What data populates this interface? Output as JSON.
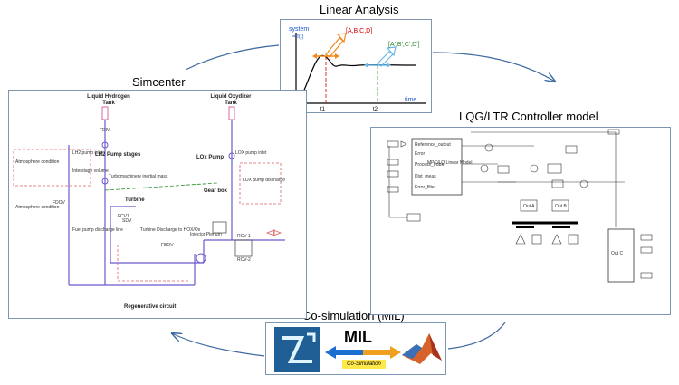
{
  "titles": {
    "linear_analysis": "Linear Analysis",
    "simcenter": "Simcenter",
    "controller": "LQG/LTR Controller model",
    "cosim": "Co-simulation  (MiL)"
  },
  "linear": {
    "y_label": "system",
    "y_expr": "= f(t)",
    "x_label": "time",
    "matrices1": "[A,B,C,D]",
    "matrices2": "[A',B',C',D']",
    "t1": "t1",
    "t2": "t2"
  },
  "simcenter": {
    "lh2_tank": "Liquid Hydrogen\nTank",
    "lox_tank": "Liquid Oxydizer\nTank",
    "lh2_pump_stages": "LH2 Pump stages",
    "lox_pump": "LOx Pump",
    "gear_box": "Gear box",
    "turbine": "Turbine",
    "regenerative_circuit": "Regenerative circuit",
    "small_labels": [
      "FDIV",
      "FDOV",
      "Atmosphere condition",
      "LH2 pump inlet",
      "Interstage volume",
      "Turbomachinery inertial mass",
      "LOX pump inlet",
      "LOX pump discharge",
      "Atmosphere condition",
      "FCV1",
      "SDV",
      "Turbine Discharge to HOX/Ox",
      "FBOV",
      "Injector Plenum",
      "RCV-1",
      "RCV-2",
      "Fuel pump discharge line"
    ]
  },
  "controller": {
    "block_labels": [
      "Reference_output",
      "Error",
      "Process_Fdbk",
      "Dist_meas",
      "Error_filter",
      "MPC/LQ Linear Model",
      "Out A",
      "Out B",
      "Out C"
    ]
  },
  "cosim": {
    "mil_label": "MIL",
    "cosim_label": "Co-Simulation"
  },
  "colors": {
    "border": "#7f96b2",
    "arrow": "#3d6aa0",
    "orange": "#f08a1d",
    "lightblue": "#6ab7e8",
    "red": "#d40000",
    "green": "#2a8a2a",
    "blue_axis": "#1a55c8"
  }
}
